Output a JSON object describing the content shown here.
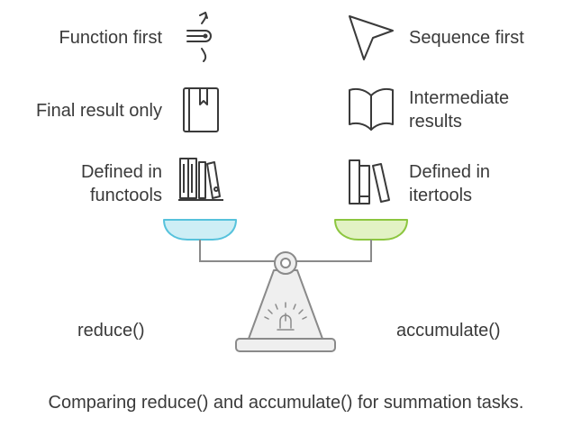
{
  "left": {
    "items": [
      {
        "text": "Function first",
        "icon": "function-arrow-icon"
      },
      {
        "text": "Final result only",
        "icon": "book-icon"
      },
      {
        "lines": [
          "Defined in",
          "functools"
        ],
        "icon": "library-books-icon"
      }
    ],
    "pan_color": "#cdeef5",
    "label": "reduce()"
  },
  "right": {
    "items": [
      {
        "text": "Sequence first",
        "icon": "cursor-arrow-icon"
      },
      {
        "lines": [
          "Intermediate",
          "results"
        ],
        "icon": "open-book-icon"
      },
      {
        "lines": [
          "Defined in",
          "itertools"
        ],
        "icon": "books-stack-icon"
      }
    ],
    "pan_color": "#e2f2c4",
    "label": "accumulate()"
  },
  "caption": "Comparing reduce() and accumulate() for summation tasks.",
  "colors": {
    "stroke": "#3a3a3a",
    "scale_stroke": "#8a8a8a",
    "scale_fill": "#efefef",
    "left_pan_stroke": "#56c2dc",
    "right_pan_stroke": "#8cc63f"
  }
}
